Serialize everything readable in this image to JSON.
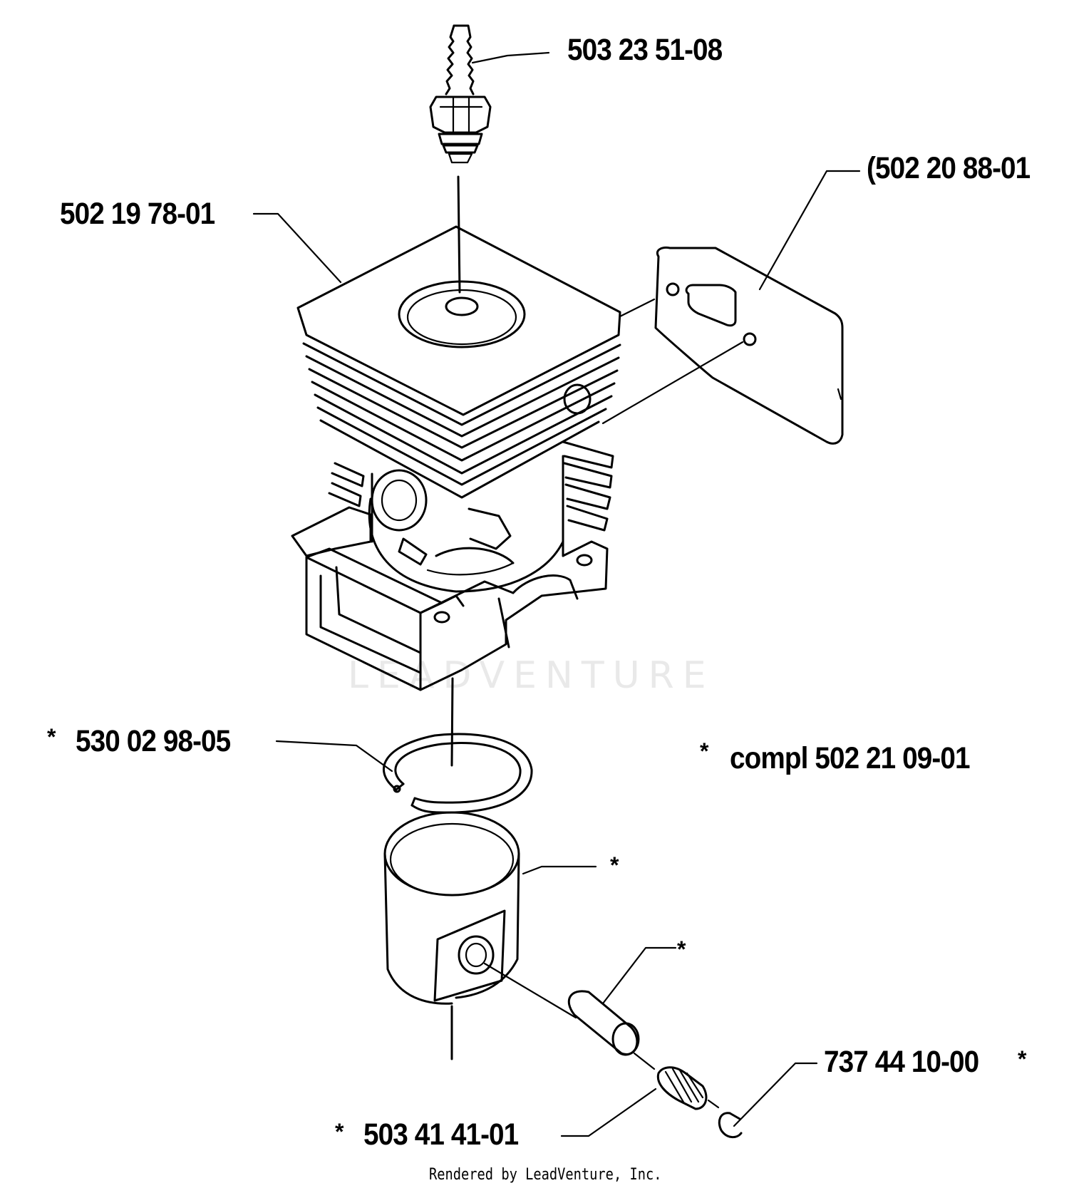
{
  "parts": {
    "spark_plug": "503 23 51-08",
    "cylinder": "502 19 78-01",
    "gasket": "502 20 88-01",
    "gasket_prefix": "(",
    "piston_ring": "530 02 98-05",
    "piston_ring_star": "*",
    "complete_set": "compl 502 21 09-01",
    "complete_set_star": "*",
    "piston_star": "*",
    "piston_pin_star": "*",
    "circlip": "737 44 10-00",
    "circlip_star": "*",
    "bearing": "503 41 41-01",
    "bearing_star": "*"
  },
  "watermark": "LEADVENTURE",
  "footer": "Rendered by LeadVenture, Inc."
}
